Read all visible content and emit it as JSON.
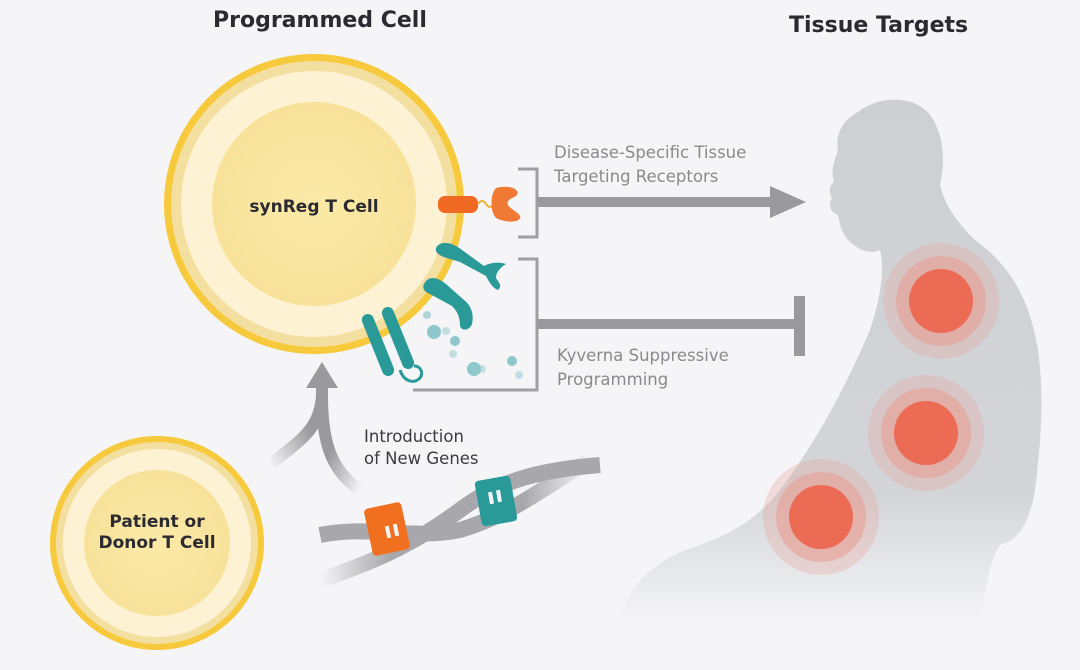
{
  "titles": {
    "programmed_cell": "Programmed Cell",
    "tissue_targets": "Tissue Targets"
  },
  "cells": {
    "synreg": "synReg T Cell",
    "patient_line1": "Patient or",
    "patient_line2": "Donor T Cell"
  },
  "labels": {
    "receptors_line1": "Disease-Specific Tissue",
    "receptors_line2": "Targeting Receptors",
    "suppressive_line1": "Kyverna Suppressive",
    "suppressive_line2": "Programming",
    "genes_line1": "Introduction",
    "genes_line2": "of New Genes"
  },
  "icons": {
    "receptor": "orange-receptor-icon",
    "suppressive_proteins": "teal-protein-icon",
    "dna": "dna-helix-icon",
    "body": "human-silhouette-icon",
    "inflammation": "inflammation-spot-icon"
  },
  "colors": {
    "background": "#f5f5f7",
    "cell_ring": "#f7c93c",
    "cell_inner": "#fbe9a6",
    "cell_membrane": "#fdf2d0",
    "receptor_orange": "#f06a24",
    "teal": "#2a9a98",
    "arrow_gray": "#9a9a9e",
    "body_gray": "#cfd1d4",
    "inflammation_red": "#ec6b55"
  }
}
